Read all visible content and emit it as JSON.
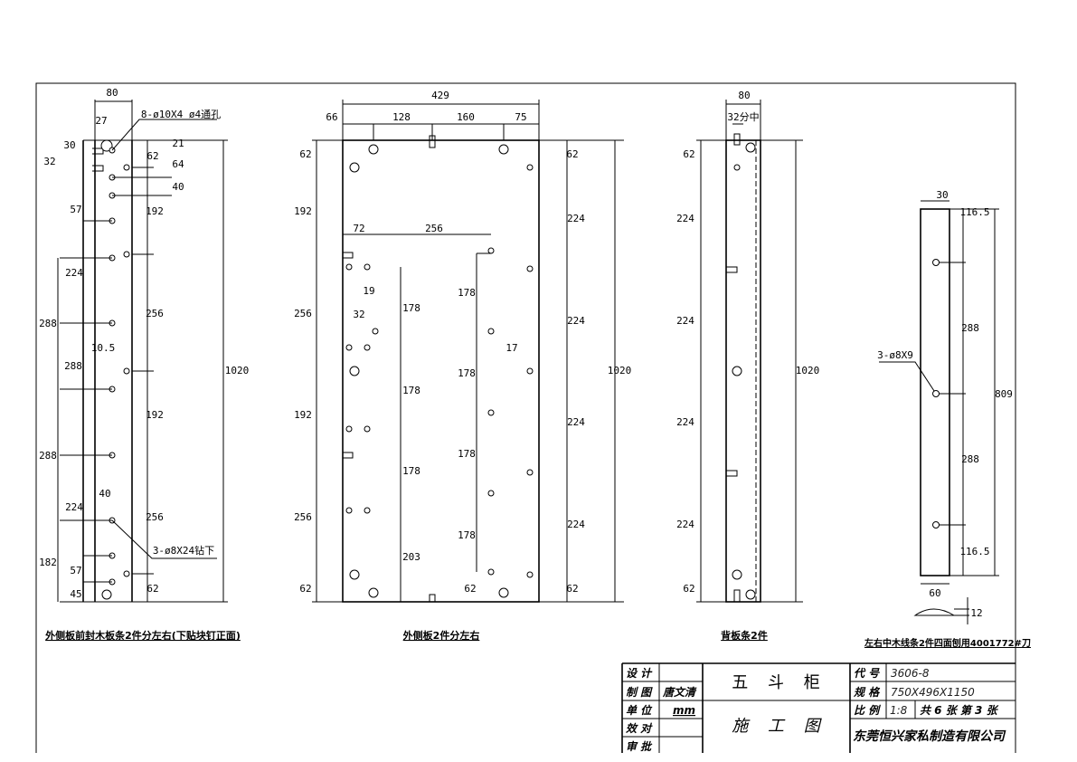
{
  "view1": {
    "caption": "外侧板前封木板条2件分左右(下贴块钉正面)",
    "labels": [
      "80",
      "27",
      "8-ø10X4 ø4通孔",
      "30",
      "32",
      "21",
      "62",
      "64",
      "40",
      "57",
      "192",
      "224",
      "288",
      "256",
      "10.5",
      "288",
      "1020",
      "192",
      "288",
      "40",
      "224",
      "256",
      "3-ø8X24钻下",
      "182",
      "57",
      "45",
      "62"
    ]
  },
  "view2": {
    "caption": "外侧板2件分左右",
    "labels": [
      "429",
      "66",
      "128",
      "160",
      "75",
      "62",
      "62",
      "192",
      "224",
      "72",
      "256",
      "178",
      "19",
      "256",
      "178",
      "32",
      "224",
      "17",
      "1020",
      "178",
      "178",
      "192",
      "224",
      "178",
      "178",
      "256",
      "224",
      "178",
      "203",
      "62",
      "62",
      "62"
    ]
  },
  "view3": {
    "caption": "背板条2件",
    "labels": [
      "80",
      "32分中",
      "62",
      "224",
      "224",
      "1020",
      "224",
      "224",
      "62"
    ]
  },
  "view4": {
    "caption": "左右中木线条2件四面刨用4001772#刀",
    "labels": [
      "30",
      "116.5",
      "288",
      "3-ø8X9",
      "809",
      "288",
      "116.5",
      "60",
      "12"
    ]
  },
  "title_block": {
    "design_label": "设 计",
    "drawing_label": "制 图",
    "drawer": "唐文清",
    "unit_label": "单 位",
    "unit": "mm",
    "check_label": "效 对",
    "approve_label": "审 批",
    "product": "五 斗 柜",
    "drawing_type": "施 工 图",
    "code_label": "代 号",
    "code": "3606-8",
    "spec_label": "规 格",
    "spec": "750X496X1150",
    "scale_label": "比 例",
    "scale": "1:8",
    "sheets": "共 6 张 第 3 张",
    "company": "东莞恒兴家私制造有限公司"
  }
}
